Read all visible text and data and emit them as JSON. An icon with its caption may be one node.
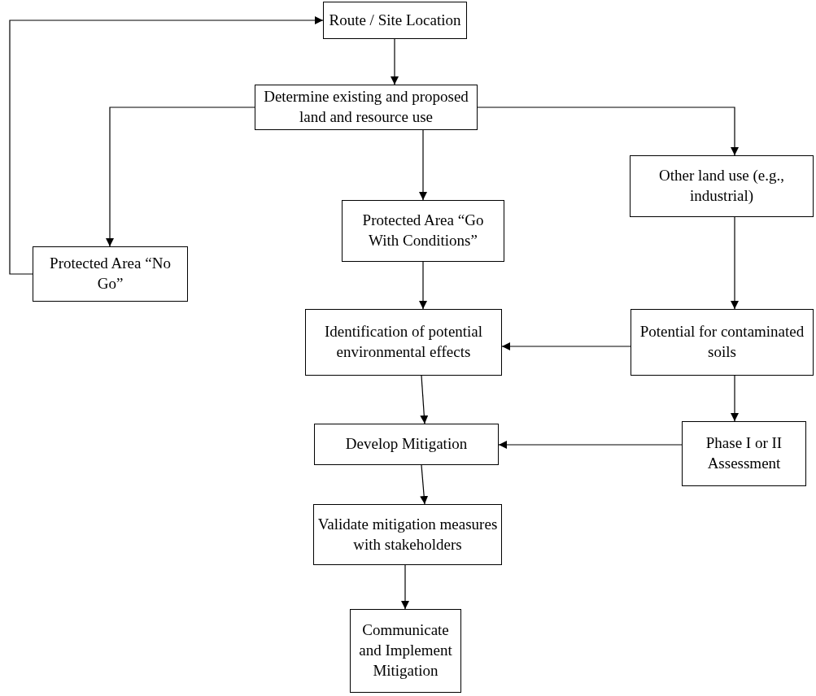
{
  "diagram": {
    "nodes": [
      {
        "text": [
          "Route / Site Location"
        ]
      },
      {
        "text": [
          "Determine existing and proposed land and resource use"
        ]
      },
      {
        "text": [
          "Protected Area “No Go”"
        ]
      },
      {
        "text": [
          "Protected Area “Go With Conditions”"
        ]
      },
      {
        "text": [
          "Other land use (e.g., industrial)"
        ]
      },
      {
        "text": [
          "Identification of potential environmental effects"
        ]
      },
      {
        "text": [
          "Potential for contaminated soils"
        ]
      },
      {
        "text": [
          "Develop Mitigation"
        ]
      },
      {
        "text": [
          "Phase I or II Assessment"
        ]
      },
      {
        "text": [
          "Validate mitigation measures with stakeholders"
        ]
      },
      {
        "text": [
          "Communicate and Implement Mitigation"
        ]
      }
    ],
    "edges": [
      {
        "from": 2,
        "to": 0,
        "arrow": "to"
      },
      {
        "from": 0,
        "to": 1,
        "arrow": "to"
      },
      {
        "from": 1,
        "to": 2,
        "arrow": "to"
      },
      {
        "from": 1,
        "to": 3,
        "arrow": "to"
      },
      {
        "from": 1,
        "to": 4,
        "arrow": "to"
      },
      {
        "from": 3,
        "to": 5,
        "arrow": "to"
      },
      {
        "from": 4,
        "to": 6,
        "arrow": "to"
      },
      {
        "from": 6,
        "to": 5,
        "arrow": "to"
      },
      {
        "from": 5,
        "to": 7,
        "arrow": "to"
      },
      {
        "from": 6,
        "to": 8,
        "arrow": "to"
      },
      {
        "from": 8,
        "to": 7,
        "arrow": "to"
      },
      {
        "from": 7,
        "to": 9,
        "arrow": "to"
      },
      {
        "from": 9,
        "to": 10,
        "arrow": "to"
      }
    ]
  }
}
